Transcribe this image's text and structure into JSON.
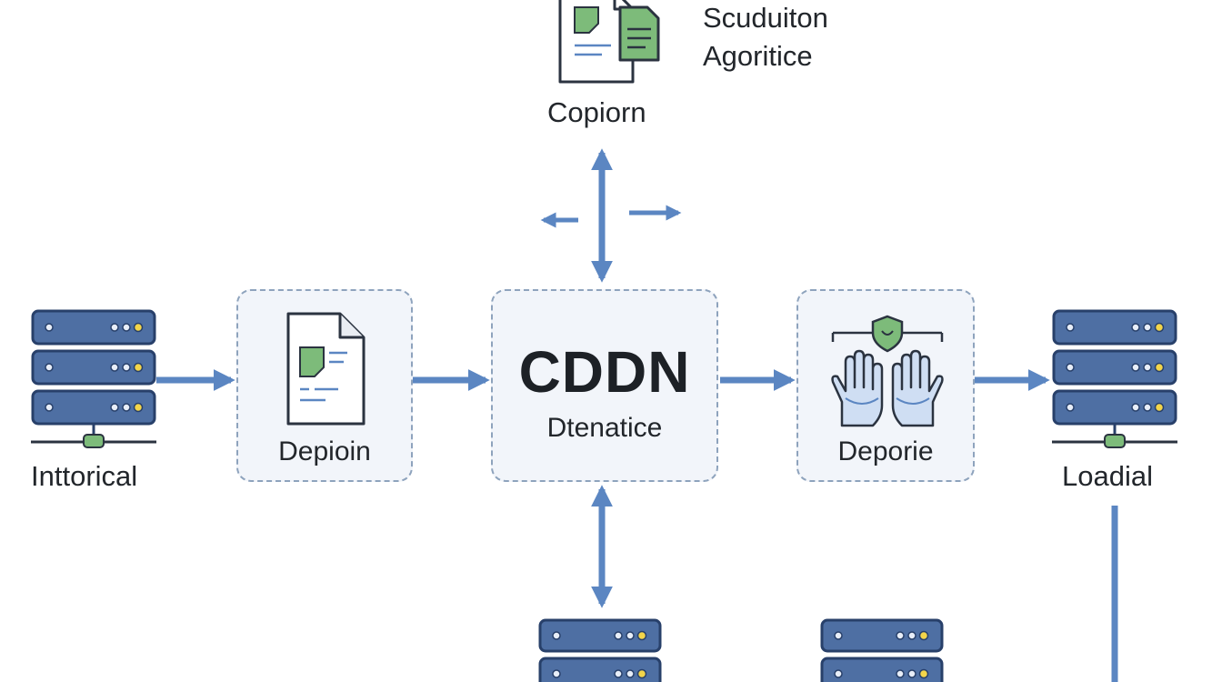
{
  "diagram": {
    "top": {
      "heading_line1": "Scuduiton",
      "heading_line2": "Agoritice",
      "label": "Copiorn",
      "icon": "document-copy-icon"
    },
    "nodes": [
      {
        "id": "left-server",
        "label": "Inttorical",
        "icon": "server-stack-icon"
      },
      {
        "id": "box-deploy",
        "label": "Depioin",
        "icon": "document-icon"
      },
      {
        "id": "box-cdn",
        "title": "CDDN",
        "subtitle": "Dtenatice"
      },
      {
        "id": "box-protect",
        "label": "Deporie",
        "icon": "hands-shield-icon"
      },
      {
        "id": "right-server",
        "label": "Loadial",
        "icon": "server-stack-icon"
      }
    ],
    "bottom": [
      {
        "id": "bottom-server-1",
        "icon": "server-stack-icon"
      },
      {
        "id": "bottom-server-2",
        "icon": "server-stack-icon"
      }
    ]
  },
  "colors": {
    "arrow": "#5b86c2",
    "server_fill": "#4e6fa3",
    "server_stroke": "#28406a",
    "accent_green": "#7dbb7a",
    "box_bg": "#f2f5fa",
    "box_border": "#8ea3bd"
  }
}
